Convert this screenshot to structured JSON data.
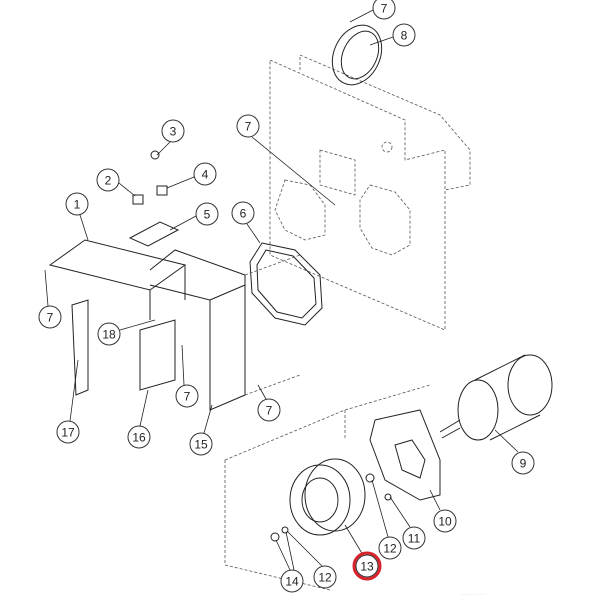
{
  "diagram": {
    "highlight_color": "#d9232a",
    "highlighted_callout": "13",
    "callouts": [
      {
        "label": "7",
        "part": "screw"
      },
      {
        "label": "8",
        "part": "ring"
      },
      {
        "label": "7",
        "part": "screw"
      },
      {
        "label": "3",
        "part": "screw"
      },
      {
        "label": "2",
        "part": "switch"
      },
      {
        "label": "4",
        "part": "switch"
      },
      {
        "label": "1",
        "part": "bracket"
      },
      {
        "label": "5",
        "part": "plate"
      },
      {
        "label": "6",
        "part": "gasket"
      },
      {
        "label": "7",
        "part": "screw"
      },
      {
        "label": "18",
        "part": "clip"
      },
      {
        "label": "7",
        "part": "screw"
      },
      {
        "label": "17",
        "part": "rail"
      },
      {
        "label": "16",
        "part": "panel"
      },
      {
        "label": "15",
        "part": "housing"
      },
      {
        "label": "7",
        "part": "screw"
      },
      {
        "label": "9",
        "part": "motor"
      },
      {
        "label": "10",
        "part": "mount-plate"
      },
      {
        "label": "11",
        "part": "bolt"
      },
      {
        "label": "12",
        "part": "washer"
      },
      {
        "label": "13",
        "part": "blower-wheel"
      },
      {
        "label": "12",
        "part": "washer"
      },
      {
        "label": "14",
        "part": "nut"
      }
    ]
  }
}
